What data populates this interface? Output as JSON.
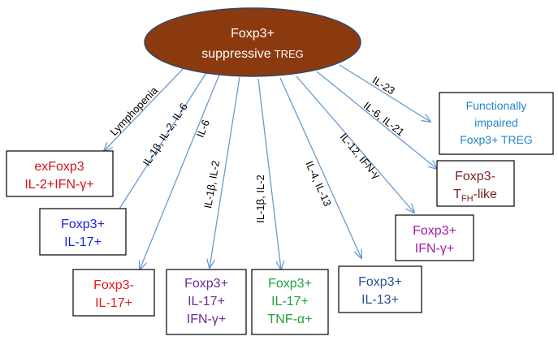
{
  "center": {
    "line1": "Foxp3+",
    "line2_main": "suppressive",
    "line2_small": "TREG",
    "fill": "#8B3A0F",
    "stroke": "#2F4A66"
  },
  "arrow_color": "#6A9BCF",
  "arrow_labels": [
    {
      "id": "lymphopenia",
      "text": "Lymphopenia"
    },
    {
      "id": "il1b-il2-il6",
      "text": "IL-1β, IL-2, IL-6"
    },
    {
      "id": "il6",
      "text": "IL-6"
    },
    {
      "id": "il1b-il2-a",
      "text": "IL-1β, IL-2"
    },
    {
      "id": "il1b-il2-b",
      "text": "IL-1β, IL-2"
    },
    {
      "id": "il4-il13",
      "text": "IL-4, IL-13"
    },
    {
      "id": "il12-ifng",
      "text": "IL-12, IFN-γ"
    },
    {
      "id": "il6-il21",
      "text": "IL-6, IL-21"
    },
    {
      "id": "il23",
      "text": "IL-23"
    }
  ],
  "outcomes": [
    {
      "id": "exfoxp3",
      "lines": [
        "exFoxp3",
        "IL-2+IFN-γ+"
      ],
      "color": "#D0141B",
      "boxed": true
    },
    {
      "id": "foxp3-il17-blue",
      "lines": [
        "Foxp3+",
        "IL-17+"
      ],
      "color": "#1F1FD6",
      "boxed": true
    },
    {
      "id": "foxp3neg-il17",
      "lines": [
        "Foxp3-",
        "IL-17+"
      ],
      "color": "#E41A1C",
      "boxed": true
    },
    {
      "id": "foxp3-il17-ifng",
      "lines": [
        "Foxp3+",
        "IL-17+",
        "IFN-γ+"
      ],
      "color": "#6A2C91",
      "boxed": true
    },
    {
      "id": "foxp3-il17-tnfa",
      "lines": [
        "Foxp3+",
        "IL-17+",
        "TNF-α+"
      ],
      "color": "#1FA03A",
      "boxed": true
    },
    {
      "id": "foxp3-il13",
      "lines": [
        "Foxp3+",
        "IL-13+"
      ],
      "color": "#2E4F8F",
      "boxed": true
    },
    {
      "id": "foxp3-ifng",
      "lines": [
        "Foxp3+",
        "IFN-γ+"
      ],
      "color": "#A020A0",
      "boxed": true
    },
    {
      "id": "tfh-like",
      "lines": [
        "Foxp3-",
        "T",
        "FH",
        "-like"
      ],
      "color": "#7A1F1F",
      "boxed": true
    },
    {
      "id": "impaired",
      "lines": [
        "Functionally",
        "impaired",
        "Foxp3+ TREG"
      ],
      "color": "#1E88C8",
      "boxed": true
    }
  ]
}
